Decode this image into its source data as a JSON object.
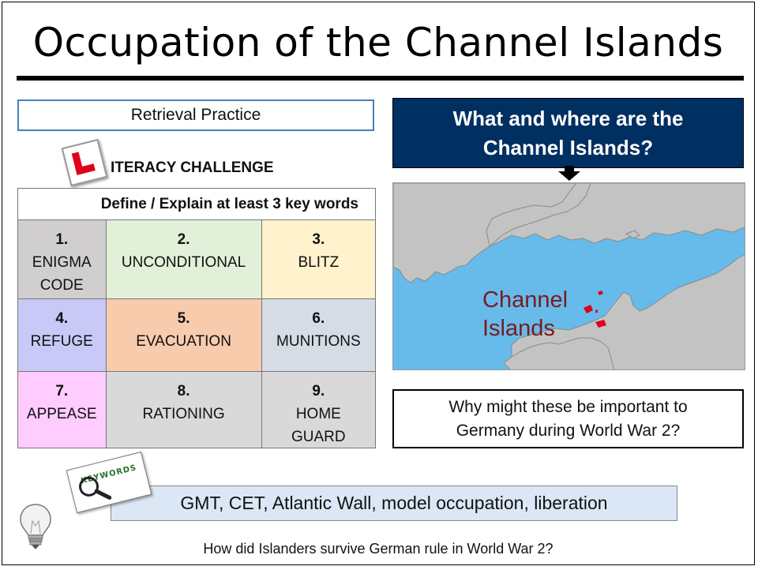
{
  "title": "Occupation of the Channel Islands",
  "retrieval_label": "Retrieval Practice",
  "literacy": {
    "badge_letter": "L",
    "label": "ITERACY CHALLENGE"
  },
  "grid": {
    "header": "Define / Explain at least 3 key words",
    "rows": [
      [
        {
          "num": "1.",
          "lines": [
            "ENIGMA",
            "CODE"
          ],
          "color": "#d0cece"
        },
        {
          "num": "2.",
          "lines": [
            "UNCONDITIONAL"
          ],
          "color": "#e2f0d9"
        },
        {
          "num": "3.",
          "lines": [
            "BLITZ"
          ],
          "color": "#fff2cc"
        }
      ],
      [
        {
          "num": "4.",
          "lines": [
            "REFUGE"
          ],
          "color": "#c9c9f7"
        },
        {
          "num": "5.",
          "lines": [
            "EVACUATION"
          ],
          "color": "#f8cbad"
        },
        {
          "num": "6.",
          "lines": [
            "MUNITIONS"
          ],
          "color": "#d6dce5"
        }
      ],
      [
        {
          "num": "7.",
          "lines": [
            "APPEASE"
          ],
          "color": "#ffccff"
        },
        {
          "num": "8.",
          "lines": [
            "RATIONING"
          ],
          "color": "#d9d9d9"
        },
        {
          "num": "9.",
          "lines": [
            "HOME",
            "GUARD"
          ],
          "color": "#d9d9d9"
        }
      ]
    ]
  },
  "question": {
    "line1": "What and where are the",
    "line2": "Channel Islands?"
  },
  "map": {
    "label_line1": "Channel",
    "label_line2": "Islands",
    "sea_color": "#66bbea",
    "land_color": "#c3c3c3",
    "island_color": "#e0001b",
    "label_color": "#7b1a1f"
  },
  "why": {
    "line1": "Why might these be important to",
    "line2": "Germany during World War 2?"
  },
  "keywords_badge": "KEYWORDS",
  "keywords": "GMT, CET, Atlantic Wall, model occupation, liberation",
  "footer": "How did Islanders survive German rule in World War 2?"
}
